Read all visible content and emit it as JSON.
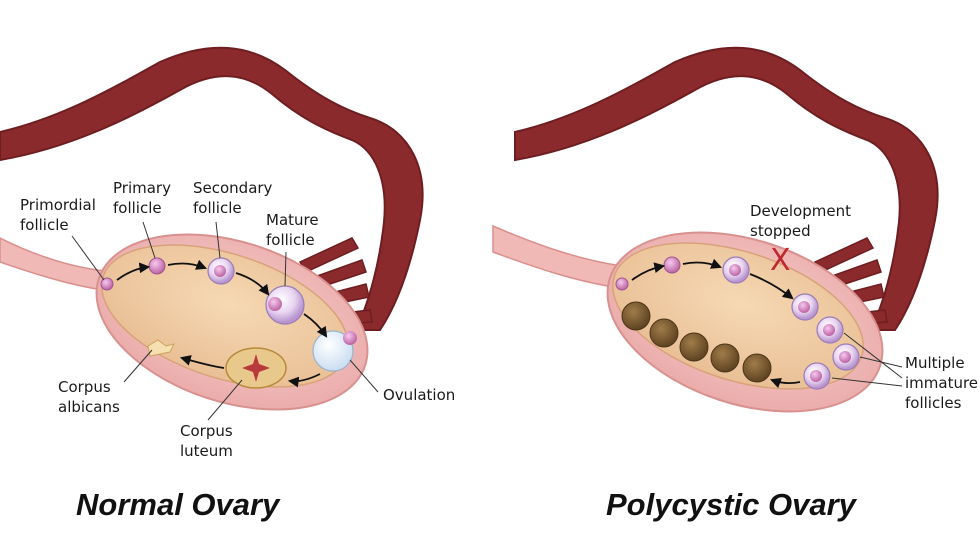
{
  "normal": {
    "title": "Normal Ovary",
    "labels": {
      "primordial": [
        "Primordial",
        "follicle"
      ],
      "primary": [
        "Primary",
        "follicle"
      ],
      "secondary": [
        "Secondary",
        "follicle"
      ],
      "mature": [
        "Mature",
        "follicle"
      ],
      "ovulation": "Ovulation",
      "corpus_albicans": [
        "Corpus",
        "albicans"
      ],
      "corpus_luteum": [
        "Corpus",
        "luteum"
      ]
    }
  },
  "polycystic": {
    "title": "Polycystic Ovary",
    "labels": {
      "development": [
        "Development",
        "stopped"
      ],
      "stop_mark": "X",
      "multiple": [
        "Multiple",
        "immature",
        "follicles"
      ]
    }
  },
  "colors": {
    "tube": "#8b2a2d",
    "tube_edge": "#6e1d20",
    "ligament": "#f0b9b6",
    "ovary_outer": "#f3c2c0",
    "ovary_inner": "#f2cfa6",
    "follicle": "#d9a2d9",
    "cyst": "#7a5a30",
    "stop": "#c0282d"
  }
}
